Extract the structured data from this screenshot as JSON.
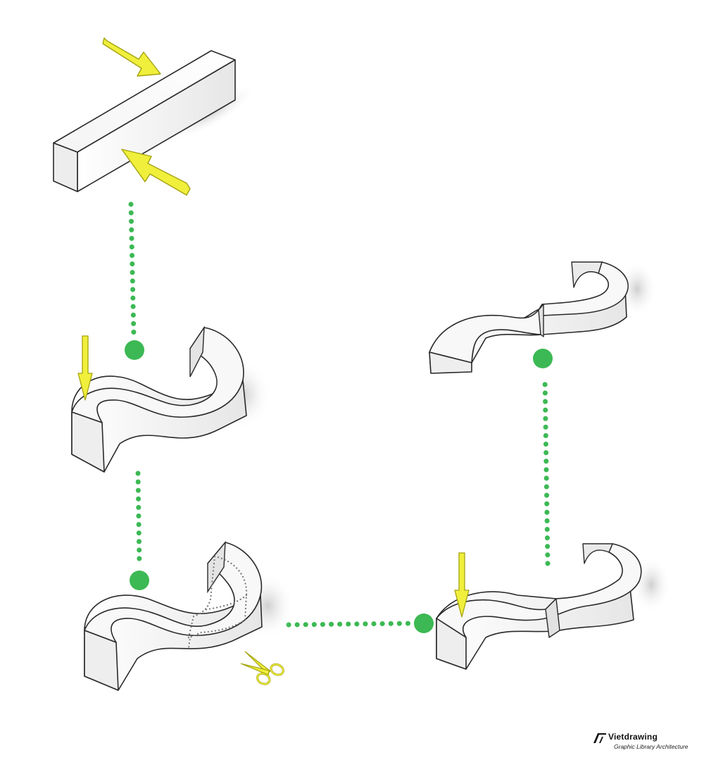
{
  "brand": {
    "name": "Vietdrawing",
    "tagline": "Graphic Library Architecture"
  },
  "colors": {
    "connector_dots": "#3cb954",
    "arrows": "#f0ef3c",
    "arrow_outline": "#a5a30f",
    "block_face": "#f7f7f7",
    "block_shade": "#d8d8d8",
    "shadow": "#dedede",
    "outline": "#2a2a2a"
  },
  "steps": [
    {
      "id": 1,
      "shape": "straight-bar",
      "annotation": "compression-arrows"
    },
    {
      "id": 2,
      "shape": "s-curve",
      "annotation": "down-arrow"
    },
    {
      "id": 3,
      "shape": "s-curve",
      "annotation": "scissors-cut-line"
    },
    {
      "id": 4,
      "shape": "s-curve-split",
      "annotation": "down-arrow"
    },
    {
      "id": 5,
      "shape": "s-curve-offset",
      "annotation": "none"
    }
  ],
  "icons": [
    "arrow-icon",
    "scissors-icon",
    "vietdrawing-logo-icon"
  ]
}
